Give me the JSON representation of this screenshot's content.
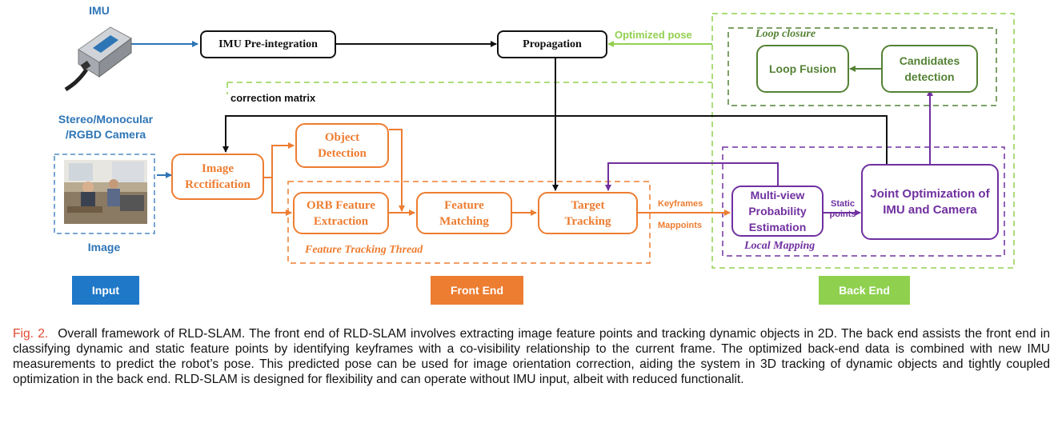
{
  "inputs": {
    "imu_label": "IMU",
    "camera_label": "Stereo/Monocular\n/RGBD Camera",
    "image_label": "Image"
  },
  "nodes": {
    "imu_preintegration": "IMU Pre-integration",
    "propagation": "Propagation",
    "image_rectification": "Image\nRcctification",
    "object_detection": "Object\nDetection",
    "orb_extraction": "ORB Feature\nExtraction",
    "feature_matching": "Feature\nMatching",
    "target_tracking": "Target\nTracking",
    "multiview_estimation": "Multi-view\nProbability\nEstimation",
    "joint_optimization": "Joint Optimization of\nIMU and Camera",
    "loop_fusion": "Loop Fusion",
    "candidates_detection": "Candidates\ndetection"
  },
  "groups": {
    "feature_tracking_thread": "Feature Tracking Thread",
    "local_mapping": "Local Mapping",
    "loop_closure": "Loop closure"
  },
  "edge_labels": {
    "optimized_pose": "Optimized pose",
    "correction_matrix": "correction matrix",
    "keyframes": "Keyframes",
    "mappoints": "Mappoints",
    "static_points": "Static\npoints"
  },
  "stages": {
    "input": "Input",
    "front_end": "Front End",
    "back_end": "Back End"
  },
  "caption": {
    "fig_label": "Fig. 2.",
    "text": "Overall framework of RLD-SLAM. The front end of RLD-SLAM involves extracting image feature points and tracking dynamic objects in 2D. The back end assists the front end in classifying dynamic and static feature points by identifying keyframes with a co-visibility relationship to the current frame. The optimized back-end data is combined with new IMU measurements to predict the robot’s pose. This predicted pose can be used for image orientation correction, aiding the system in 3D tracking of dynamic objects and tightly coupled optimization in the back end. RLD-SLAM is designed for flexibility and can operate without IMU input, albeit with reduced functionalit."
  },
  "colors": {
    "blue": "#2E75B6",
    "orange": "#ED7D31",
    "green": "#548235",
    "light_green": "#92D050",
    "purple": "#7030A0",
    "input_stage": "#1F78C8",
    "back_end_stage": "#8FD14F",
    "caption_label": "#E24A33"
  }
}
